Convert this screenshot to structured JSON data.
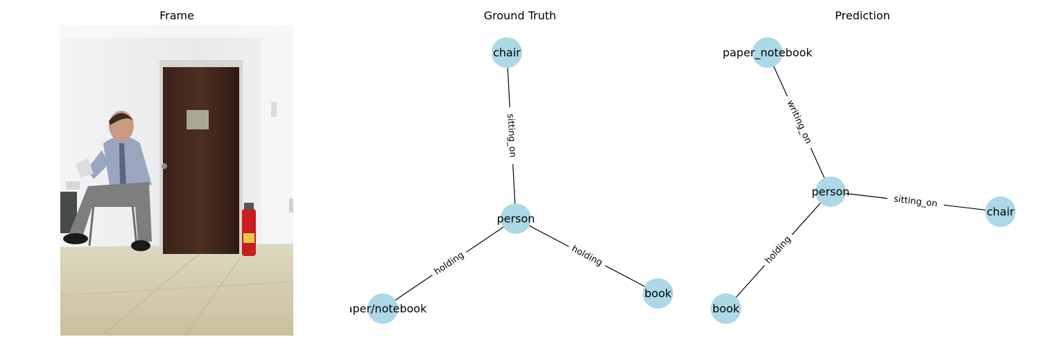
{
  "panels": {
    "frame_title": "Frame",
    "ground_truth_title": "Ground Truth",
    "prediction_title": "Prediction"
  },
  "colors": {
    "node_fill": "#add8e6",
    "edge": "#000000",
    "background": "#ffffff"
  },
  "ground_truth": {
    "nodes": [
      {
        "id": "chair",
        "label": "chair"
      },
      {
        "id": "person",
        "label": "person"
      },
      {
        "id": "paper_notebook",
        "label": "paper/notebook"
      },
      {
        "id": "book",
        "label": "book"
      }
    ],
    "edges": [
      {
        "source": "person",
        "target": "chair",
        "label": "sitting_on"
      },
      {
        "source": "person",
        "target": "paper_notebook",
        "label": "holding"
      },
      {
        "source": "person",
        "target": "book",
        "label": "holding"
      }
    ]
  },
  "prediction": {
    "nodes": [
      {
        "id": "paper_notebook",
        "label": "paper_notebook"
      },
      {
        "id": "person",
        "label": "person"
      },
      {
        "id": "chair",
        "label": "chair"
      },
      {
        "id": "book",
        "label": "book"
      }
    ],
    "edges": [
      {
        "source": "person",
        "target": "paper_notebook",
        "label": "writing_on"
      },
      {
        "source": "person",
        "target": "chair",
        "label": "sitting_on"
      },
      {
        "source": "person",
        "target": "book",
        "label": "holding"
      }
    ]
  }
}
